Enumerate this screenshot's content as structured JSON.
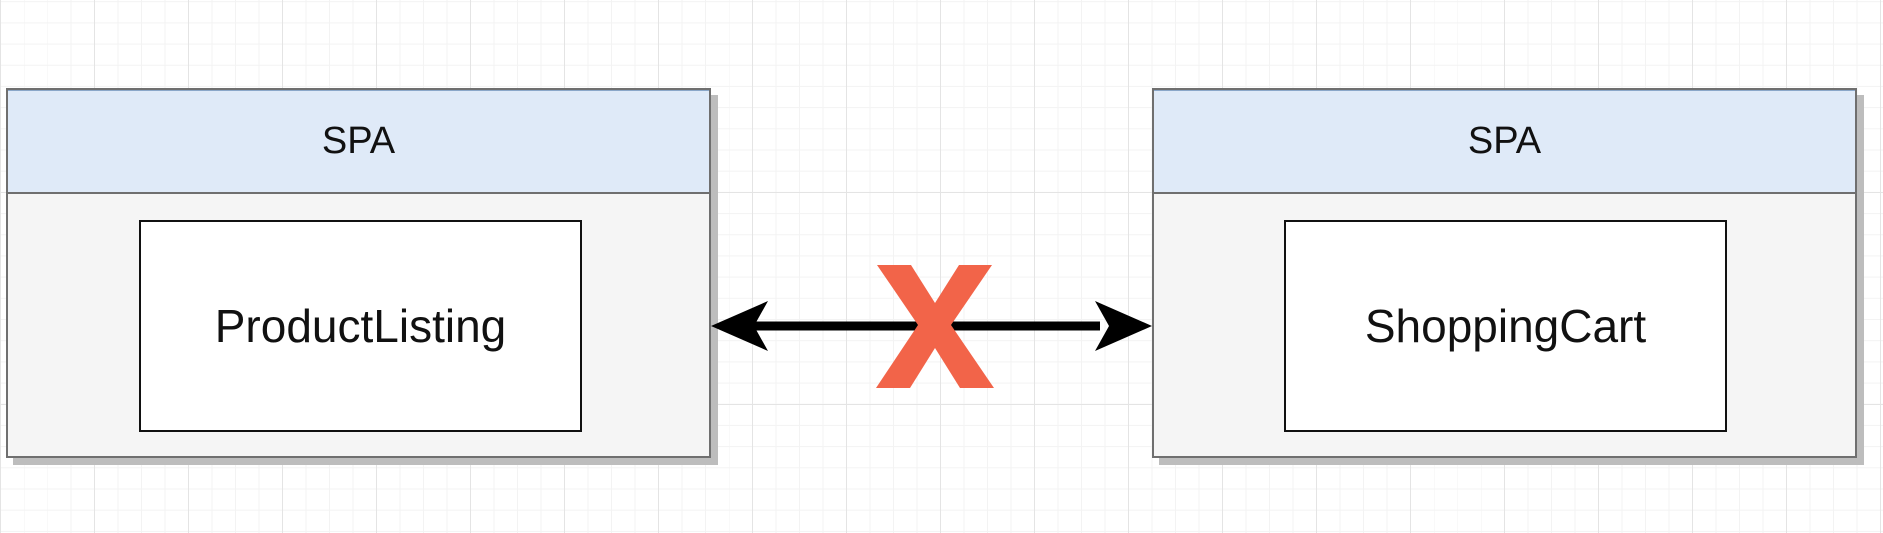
{
  "diagram": {
    "left_container": {
      "header_label": "SPA",
      "component_label": "ProductListing"
    },
    "right_container": {
      "header_label": "SPA",
      "component_label": "ShoppingCart"
    },
    "connector": {
      "blocked_mark": "X",
      "arrow_color": "#000000",
      "blocked_color": "#f26449"
    },
    "colors": {
      "container_header_fill": "#dfeaf8",
      "container_body_fill": "#f5f5f5",
      "component_fill": "#ffffff"
    }
  }
}
